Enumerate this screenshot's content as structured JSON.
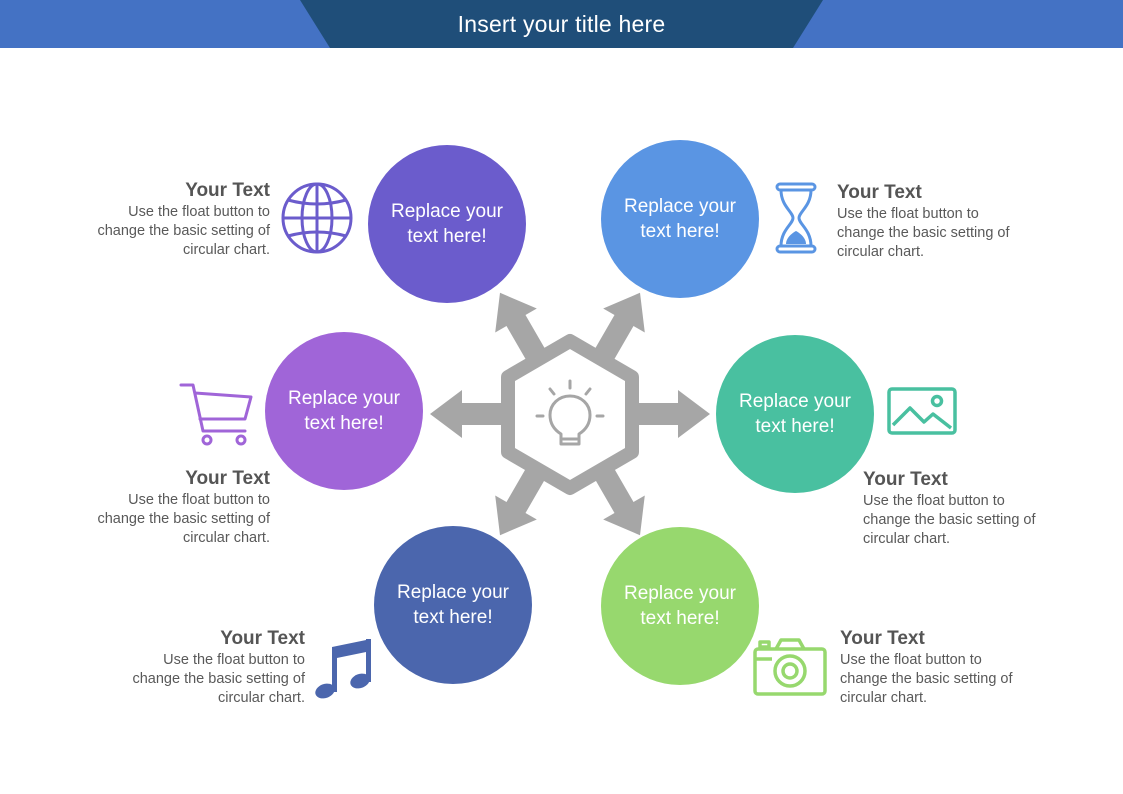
{
  "title": "Insert your title here",
  "colors": {
    "header": "#1f4e79",
    "header_accent": "#4472c4",
    "arrows": "#a6a6a6",
    "text_heading": "#555555",
    "text_body": "#595959"
  },
  "center_icon": "lightbulb-icon",
  "nodes": [
    {
      "id": "top-left",
      "label": "Replace your text here!",
      "color": "#6b5ccc",
      "icon": "globe-icon",
      "icon_color": "#6b5ccc",
      "heading": "Your Text",
      "body": [
        "Use the float button to",
        "change the basic setting of",
        "circular chart."
      ]
    },
    {
      "id": "top-right",
      "label": "Replace your text here!",
      "color": "#5a95e3",
      "icon": "hourglass-icon",
      "icon_color": "#5a95e3",
      "heading": "Your Text",
      "body": [
        "Use the float button to",
        "change the basic setting of",
        "circular chart."
      ]
    },
    {
      "id": "mid-left",
      "label": "Replace your text here!",
      "color": "#a065d8",
      "icon": "shopping-cart-icon",
      "icon_color": "#a065d8",
      "heading": "Your Text",
      "body": [
        "Use the float button to",
        "change the basic setting of",
        "circular chart."
      ]
    },
    {
      "id": "mid-right",
      "label": "Replace your text here!",
      "color": "#49c0a0",
      "icon": "image-icon",
      "icon_color": "#49c0a0",
      "heading": "Your Text",
      "body": [
        "Use the float button to",
        "change the basic setting of",
        "circular chart."
      ]
    },
    {
      "id": "bottom-left",
      "label": "Replace your text here!",
      "color": "#4b66ad",
      "icon": "music-note-icon",
      "icon_color": "#4b66ad",
      "heading": "Your Text",
      "body": [
        "Use the float button to",
        "change the basic setting of",
        "circular chart."
      ]
    },
    {
      "id": "bottom-right",
      "label": "Replace your text here!",
      "color": "#97d86e",
      "icon": "camera-icon",
      "icon_color": "#97d86e",
      "heading": "Your Text",
      "body": [
        "Use the float button to",
        "change the basic setting of",
        "circular chart."
      ]
    }
  ]
}
